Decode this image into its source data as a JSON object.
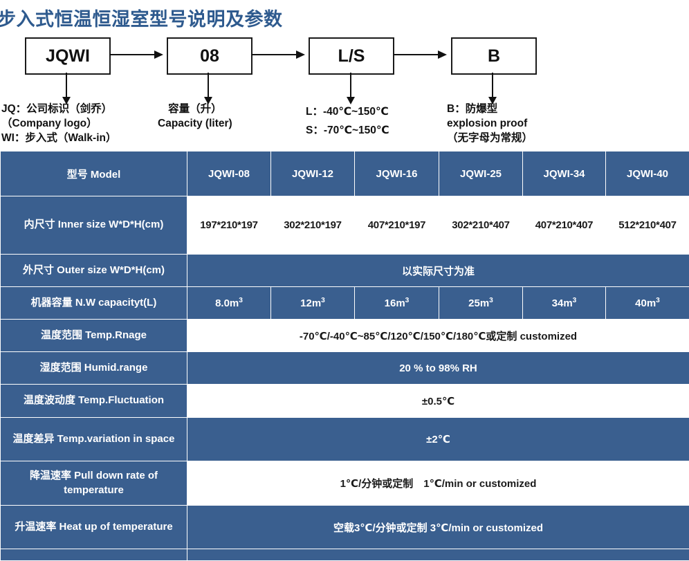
{
  "title": "步入式恒温恒湿室型号说明及参数",
  "diagram": {
    "boxes": [
      {
        "label": "JQWI"
      },
      {
        "label": "08"
      },
      {
        "label": "L/S"
      },
      {
        "label": "B"
      }
    ],
    "legends": [
      {
        "line1": "JQ：公司标识（剑乔）",
        "line2": "（Company logo）",
        "line3": "WI：步入式（Walk-in）"
      },
      {
        "line1": "容量（升）",
        "line2": "Capacity (liter)",
        "line3": ""
      },
      {
        "line1": "L：-40℃~150℃",
        "line2": "S：-70℃~150℃",
        "line3": ""
      },
      {
        "line1": "B：防爆型",
        "line2": "explosion proof",
        "line3": "（无字母为常规）"
      }
    ]
  },
  "table": {
    "header": {
      "row_label": "型号 Model",
      "models": [
        "JQWI-08",
        "JQWI-12",
        "JQWI-16",
        "JQWI-25",
        "JQWI-34",
        "JQWI-40"
      ]
    },
    "rows": [
      {
        "label": "内尺寸 Inner size W*D*H(cm)",
        "style": "white",
        "span": false,
        "values": [
          "197*210*197",
          "302*210*197",
          "407*210*197",
          "302*210*407",
          "407*210*407",
          "512*210*407"
        ]
      },
      {
        "label": "外尺寸 Outer size W*D*H(cm)",
        "style": "blue",
        "span": true,
        "value": "以实际尺寸为准"
      },
      {
        "label": "机器容量 N.W capacityt(L)",
        "style": "blue",
        "span": false,
        "values_num": [
          "8.0",
          "12",
          "16",
          "25",
          "34",
          "40"
        ],
        "values_unit": "m",
        "values_sup": "3"
      },
      {
        "label": "温度范围 Temp.Rnage",
        "style": "white",
        "span": true,
        "value": "-70℃/-40℃~85℃/120℃/150℃/180℃或定制 customized"
      },
      {
        "label": "湿度范围 Humid.range",
        "style": "blue",
        "span": true,
        "value": "20 % to 98% RH"
      },
      {
        "label": "温度波动度 Temp.Fluctuation",
        "style": "white",
        "span": true,
        "value": "±0.5℃"
      },
      {
        "label": "温度差异 Temp.variation in space",
        "style": "blue",
        "span": true,
        "value": "±2℃"
      },
      {
        "label": "降温速率 Pull down rate of temperature",
        "style": "white",
        "span": true,
        "value": "1℃/分钟或定制　1℃/min or customized"
      },
      {
        "label": "升温速率 Heat up of temperature",
        "style": "blue",
        "span": true,
        "value": "空载3℃/分钟或定制 3℃/min or customized"
      },
      {
        "label": "",
        "style": "blue",
        "span": true,
        "value": ""
      }
    ]
  },
  "colors": {
    "brand_blue": "#3a5f8f",
    "title_blue": "#2e5a8e",
    "cell_text_dark": "#1a1a1a",
    "cell_text_light": "#ffffff"
  }
}
